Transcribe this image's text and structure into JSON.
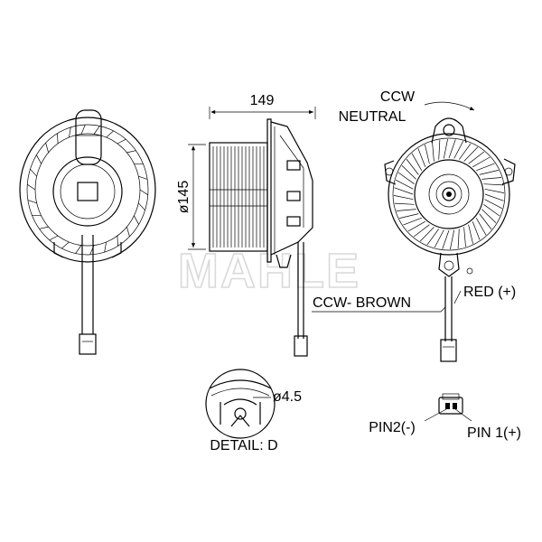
{
  "watermark": "MAHLE",
  "dimensions": {
    "width": "149",
    "diameter": "ø145",
    "hole": "ø4.5"
  },
  "rotation": {
    "direction": "CCW",
    "state": "NEUTRAL"
  },
  "wires": {
    "red": "RED (+)",
    "brown": "CCW- BROWN"
  },
  "detail": {
    "label": "DETAIL: D"
  },
  "connector": {
    "pin2": "PIN2(-)",
    "pin1": "PIN 1(+)"
  }
}
